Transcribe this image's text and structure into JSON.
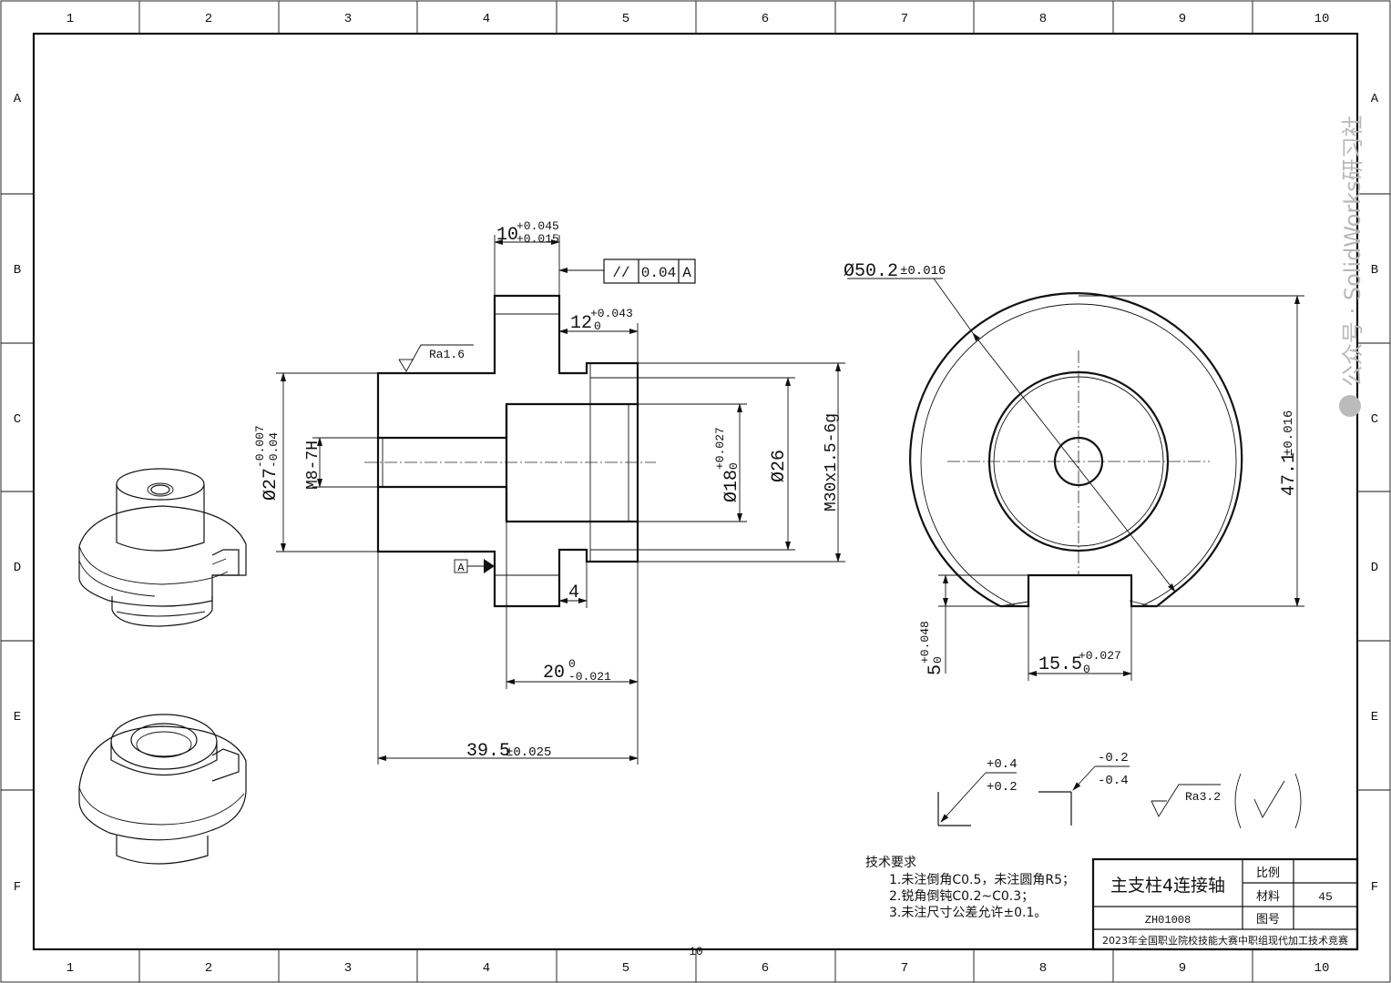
{
  "border": {
    "columns": [
      "1",
      "2",
      "3",
      "4",
      "5",
      "6",
      "7",
      "8",
      "9",
      "10"
    ],
    "rows": [
      "A",
      "B",
      "C",
      "D",
      "E",
      "F"
    ],
    "bottom_center_mark": "10"
  },
  "watermark": {
    "text": "公众号 · SolidWorks研习社"
  },
  "section_view": {
    "dim_top": {
      "base": "10",
      "upper": "+0.045",
      "lower": "+0.015"
    },
    "parallelism_frame": {
      "symbol": "//",
      "value": "0.04",
      "datum": "A"
    },
    "dim_step": {
      "base": "12",
      "upper": "+0.043",
      "lower": "0"
    },
    "roughness_left": "Ra1.6",
    "dim_outer_dia": {
      "base": "Ø27",
      "upper": "-0.007",
      "lower": "-0.04"
    },
    "dim_thread_hole": "M8-7H",
    "dim_bore": {
      "base": "Ø18",
      "upper": "+0.027",
      "lower": "0"
    },
    "dim_dia26": "Ø26",
    "dim_thread": "M30x1.5-6g",
    "datum_label": "A",
    "dim_groove": "4",
    "dim_bore_depth": {
      "base": "20",
      "upper": "0",
      "lower": "-0.021"
    },
    "dim_total": {
      "base": "39.5",
      "tol": "±0.025"
    }
  },
  "end_view": {
    "dim_dia": {
      "base": "Ø50.2",
      "tol": "±0.016"
    },
    "dim_height": {
      "base": "47.1",
      "tol": "±0.016"
    },
    "dim_slot_depth": {
      "base": "5",
      "upper": "+0.048",
      "lower": "0"
    },
    "dim_slot_width": {
      "base": "15.5",
      "upper": "+0.027",
      "lower": "0"
    }
  },
  "symbols": {
    "chamfer_upper": "+0.4",
    "chamfer_lower": "+0.2",
    "corner_upper": "-0.2",
    "corner_lower": "-0.4",
    "roughness_general": "Ra3.2"
  },
  "tech_requirements": {
    "heading": "技术要求",
    "items": [
      "1.未注倒角C0.5，未注圆角R5；",
      "2.锐角倒钝C0.2~C0.3；",
      "3.未注尺寸公差允许±0.1。"
    ]
  },
  "title_block": {
    "part_name": "主支柱4连接轴",
    "scale_label": "比例",
    "scale_value": "",
    "material_label": "材料",
    "material_value": "45",
    "drawing_no_label": "图号",
    "drawing_no_value": "",
    "part_code": "ZH01008",
    "competition": "2023年全国职业院校技能大赛中职组现代加工技术竞赛"
  }
}
